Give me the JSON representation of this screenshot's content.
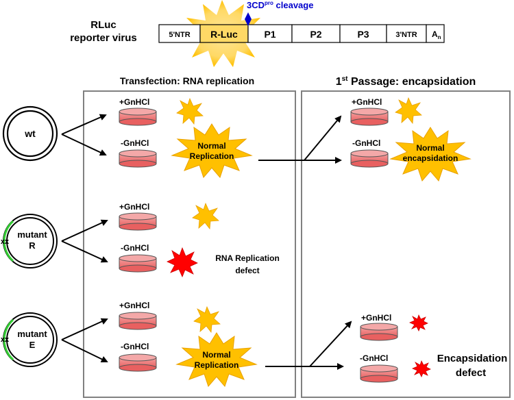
{
  "header": {
    "title_line1": "RLuc",
    "title_line2": "reporter virus",
    "cleavage_label": "3CD",
    "cleavage_sup": "pro",
    "cleavage_suffix": " cleavage"
  },
  "genome": {
    "segments": [
      "5'NTR",
      "R-Luc",
      "P1",
      "P2",
      "P3",
      "3'NTR"
    ],
    "polyA_base": "A",
    "polyA_sub": "n"
  },
  "panels": {
    "transfection_title": "Transfection: RNA replication",
    "passage_title_prefix": "1",
    "passage_title_sup": "st",
    "passage_title_suffix": " Passage: encapsidation"
  },
  "constructs": {
    "wt": "wt",
    "mutant_r_line1": "mutant",
    "mutant_r_line2": "R",
    "mutant_e_line1": "mutant",
    "mutant_e_line2": "E",
    "mutation_mark": "xx"
  },
  "conditions": {
    "plus": "+GnHCl",
    "minus": "-GnHCl"
  },
  "outcomes": {
    "normal_replication_1": "Normal",
    "normal_replication_2": "Replication",
    "normal_encapsidation_1": "Normal",
    "normal_encapsidation_2": "encapsidation",
    "rna_defect_1": "RNA Replication",
    "rna_defect_2": "defect",
    "encap_defect_1": "Encapsidation",
    "encap_defect_2": "defect"
  },
  "colors": {
    "starburst_yellow": "#FFC000",
    "starburst_glow": "#FFD966",
    "defect_red": "#FF0000",
    "dish_fill": "#F08080",
    "cleavage_blue": "#0000CC",
    "panel_border": "#808080",
    "plasmid_mark_green": "#33CC33"
  }
}
